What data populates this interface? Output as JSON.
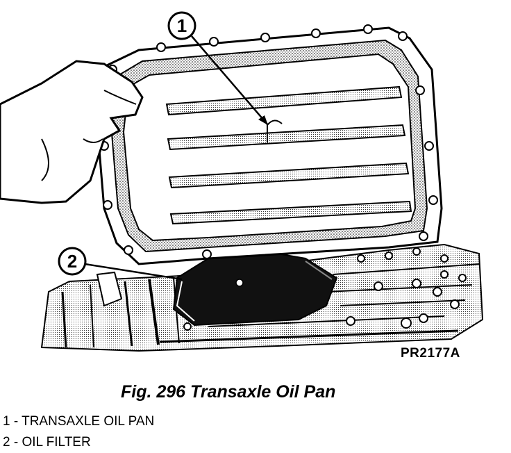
{
  "figure": {
    "callouts": [
      {
        "number": "1"
      },
      {
        "number": "2"
      }
    ],
    "figure_id": "PR2177A",
    "caption": "Fig. 296 Transaxle Oil Pan"
  },
  "legend": [
    {
      "text": "1 - TRANSAXLE OIL PAN"
    },
    {
      "text": "2 - OIL FILTER"
    }
  ]
}
